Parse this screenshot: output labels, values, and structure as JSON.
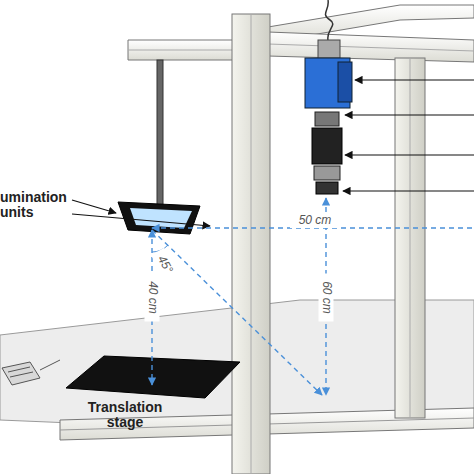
{
  "diagram": {
    "labels": [
      "umination units",
      "50 cm",
      "45°",
      "40 cm",
      "60 cm",
      "Translation stage"
    ]
  }
}
